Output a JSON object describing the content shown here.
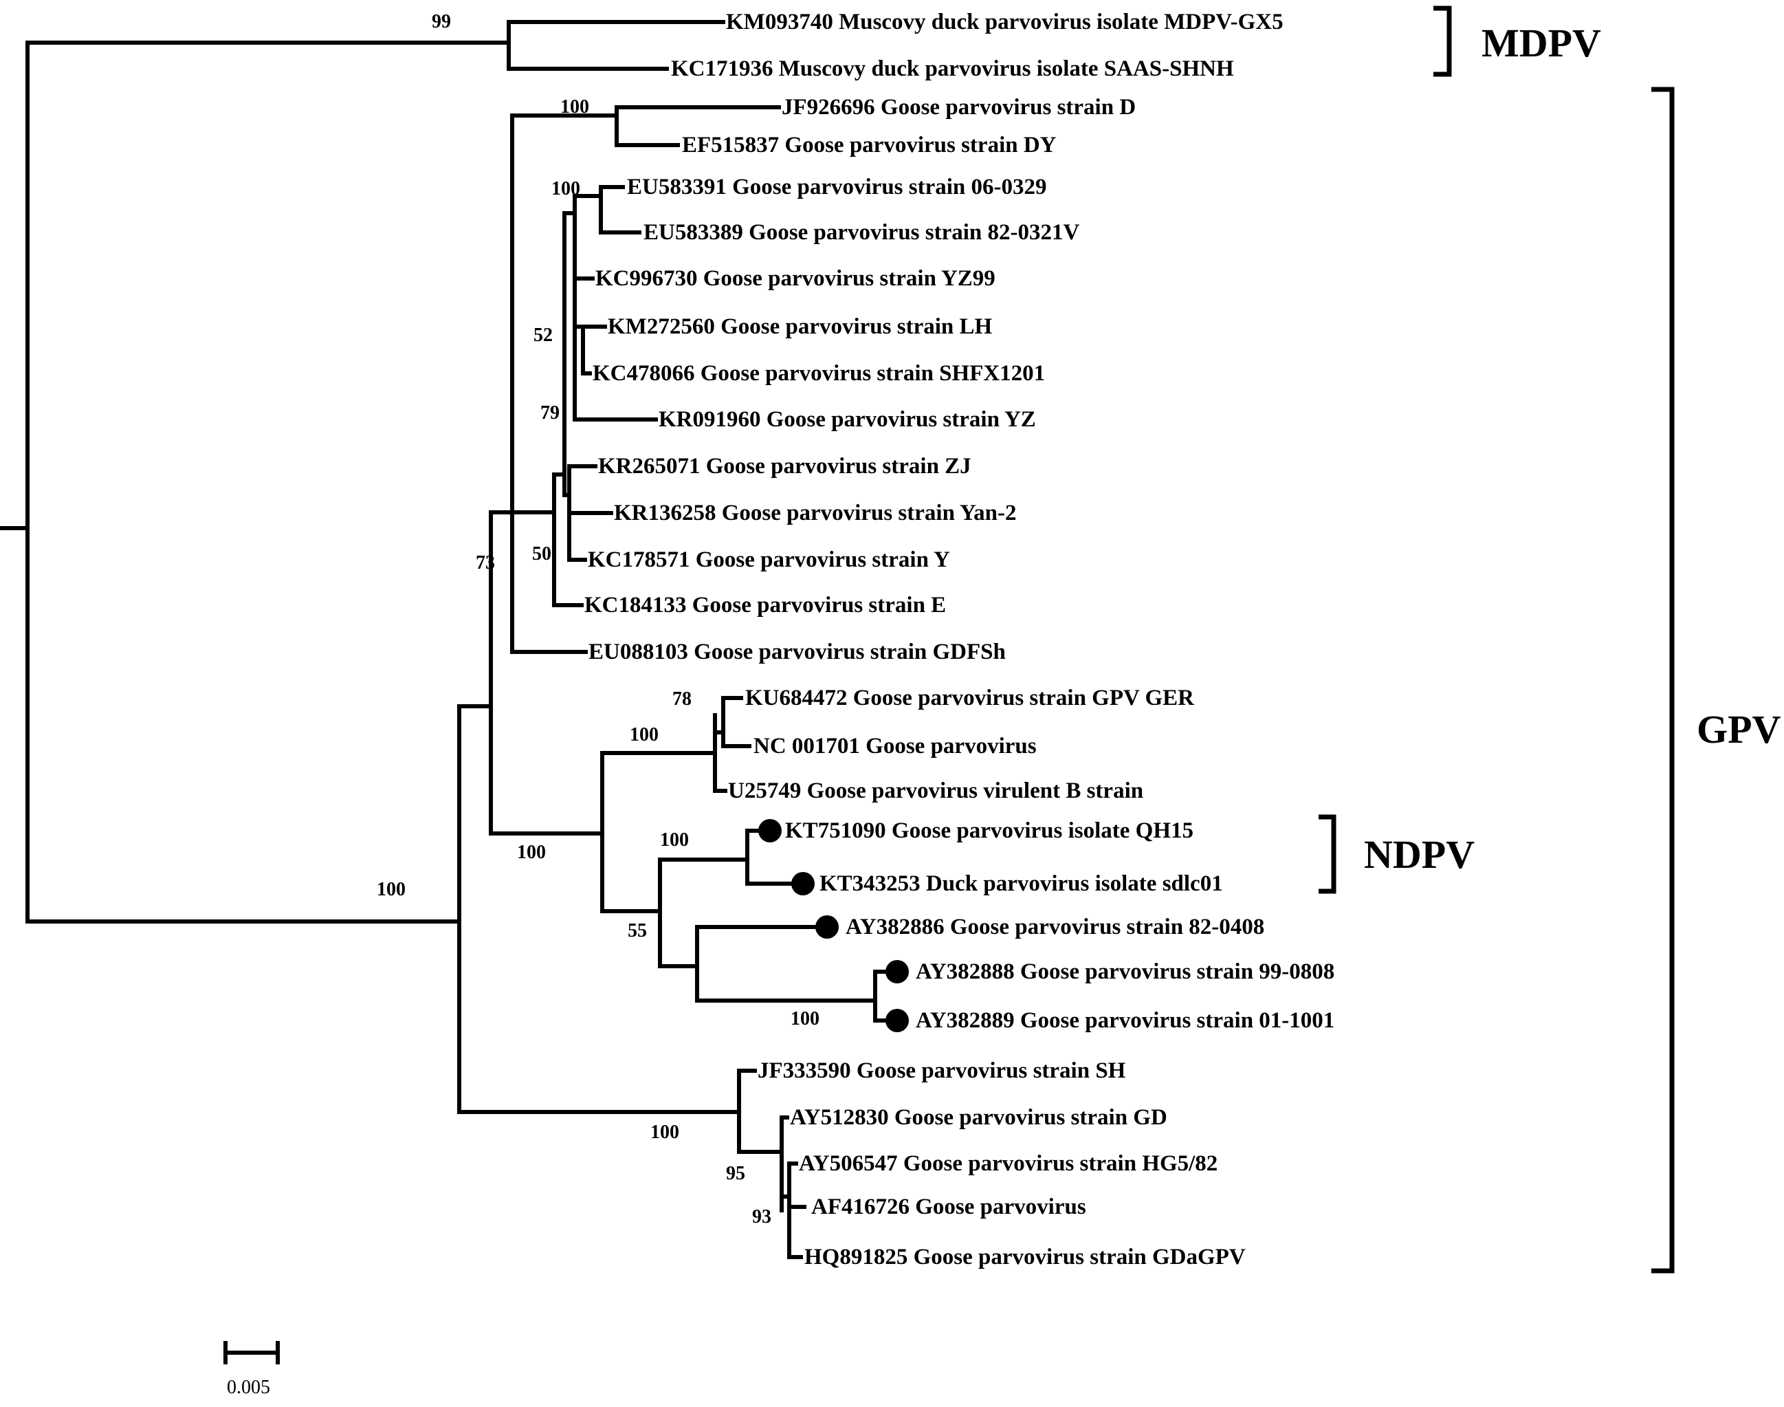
{
  "taxa": [
    {
      "id": "t1",
      "label": "KM093740 Muscovy duck parvovirus isolate MDPV-GX5",
      "marked": false
    },
    {
      "id": "t2",
      "label": "KC171936 Muscovy duck parvovirus isolate SAAS-SHNH",
      "marked": false
    },
    {
      "id": "t3",
      "label": "JF926696 Goose parvovirus strain D",
      "marked": false
    },
    {
      "id": "t4",
      "label": "EF515837 Goose parvovirus strain DY",
      "marked": false
    },
    {
      "id": "t5",
      "label": "EU583391 Goose parvovirus strain 06-0329",
      "marked": false
    },
    {
      "id": "t6",
      "label": "EU583389 Goose parvovirus strain 82-0321V",
      "marked": false
    },
    {
      "id": "t7",
      "label": "KC996730 Goose parvovirus strain YZ99",
      "marked": false
    },
    {
      "id": "t8",
      "label": "KM272560 Goose parvovirus strain LH",
      "marked": false
    },
    {
      "id": "t9",
      "label": "KC478066 Goose parvovirus strain SHFX1201",
      "marked": false
    },
    {
      "id": "t10",
      "label": "KR091960 Goose parvovirus strain YZ",
      "marked": false
    },
    {
      "id": "t11",
      "label": "KR265071 Goose parvovirus strain ZJ",
      "marked": false
    },
    {
      "id": "t12",
      "label": "KR136258 Goose parvovirus strain Yan-2",
      "marked": false
    },
    {
      "id": "t13",
      "label": "KC178571 Goose parvovirus strain Y",
      "marked": false
    },
    {
      "id": "t14",
      "label": "KC184133 Goose parvovirus strain E",
      "marked": false
    },
    {
      "id": "t15",
      "label": "EU088103 Goose parvovirus strain GDFSh",
      "marked": false
    },
    {
      "id": "t16",
      "label": "KU684472 Goose parvovirus strain GPV GER",
      "marked": false
    },
    {
      "id": "t17",
      "label": "NC 001701 Goose parvovirus",
      "marked": false
    },
    {
      "id": "t18",
      "label": "U25749 Goose parvovirus virulent B strain",
      "marked": false
    },
    {
      "id": "t19",
      "label": "KT751090 Goose parvovirus isolate QH15",
      "marked": true
    },
    {
      "id": "t20",
      "label": "KT343253 Duck parvovirus isolate sdlc01",
      "marked": true
    },
    {
      "id": "t21",
      "label": "AY382886 Goose parvovirus strain 82-0408",
      "marked": true
    },
    {
      "id": "t22",
      "label": "AY382888 Goose parvovirus strain 99-0808",
      "marked": true
    },
    {
      "id": "t23",
      "label": "AY382889 Goose parvovirus strain 01-1001",
      "marked": true
    },
    {
      "id": "t24",
      "label": "JF333590 Goose parvovirus strain SH",
      "marked": false
    },
    {
      "id": "t25",
      "label": "AY512830 Goose parvovirus strain GD",
      "marked": false
    },
    {
      "id": "t26",
      "label": "AY506547 Goose parvovirus strain HG5/82",
      "marked": false
    },
    {
      "id": "t27",
      "label": "AF416726 Goose parvovirus",
      "marked": false
    },
    {
      "id": "t28",
      "label": "HQ891825 Goose parvovirus strain GDaGPV",
      "marked": false
    }
  ],
  "support_values": [
    {
      "id": "s1",
      "value": "99"
    },
    {
      "id": "s2",
      "value": "100"
    },
    {
      "id": "s3",
      "value": "100"
    },
    {
      "id": "s4",
      "value": "52"
    },
    {
      "id": "s5",
      "value": "79"
    },
    {
      "id": "s6",
      "value": "50"
    },
    {
      "id": "s7",
      "value": "73"
    },
    {
      "id": "s8",
      "value": "78"
    },
    {
      "id": "s9",
      "value": "100"
    },
    {
      "id": "s10",
      "value": "100"
    },
    {
      "id": "s11",
      "value": "100"
    },
    {
      "id": "s12",
      "value": "100"
    },
    {
      "id": "s13",
      "value": "55"
    },
    {
      "id": "s14",
      "value": "100"
    },
    {
      "id": "s15",
      "value": "100"
    },
    {
      "id": "s16",
      "value": "95"
    },
    {
      "id": "s17",
      "value": "93"
    }
  ],
  "groups": {
    "mdpv": "MDPV",
    "gpv": "GPV",
    "ndpv": "NDPV"
  },
  "scale_bar": {
    "label": "0.005"
  }
}
